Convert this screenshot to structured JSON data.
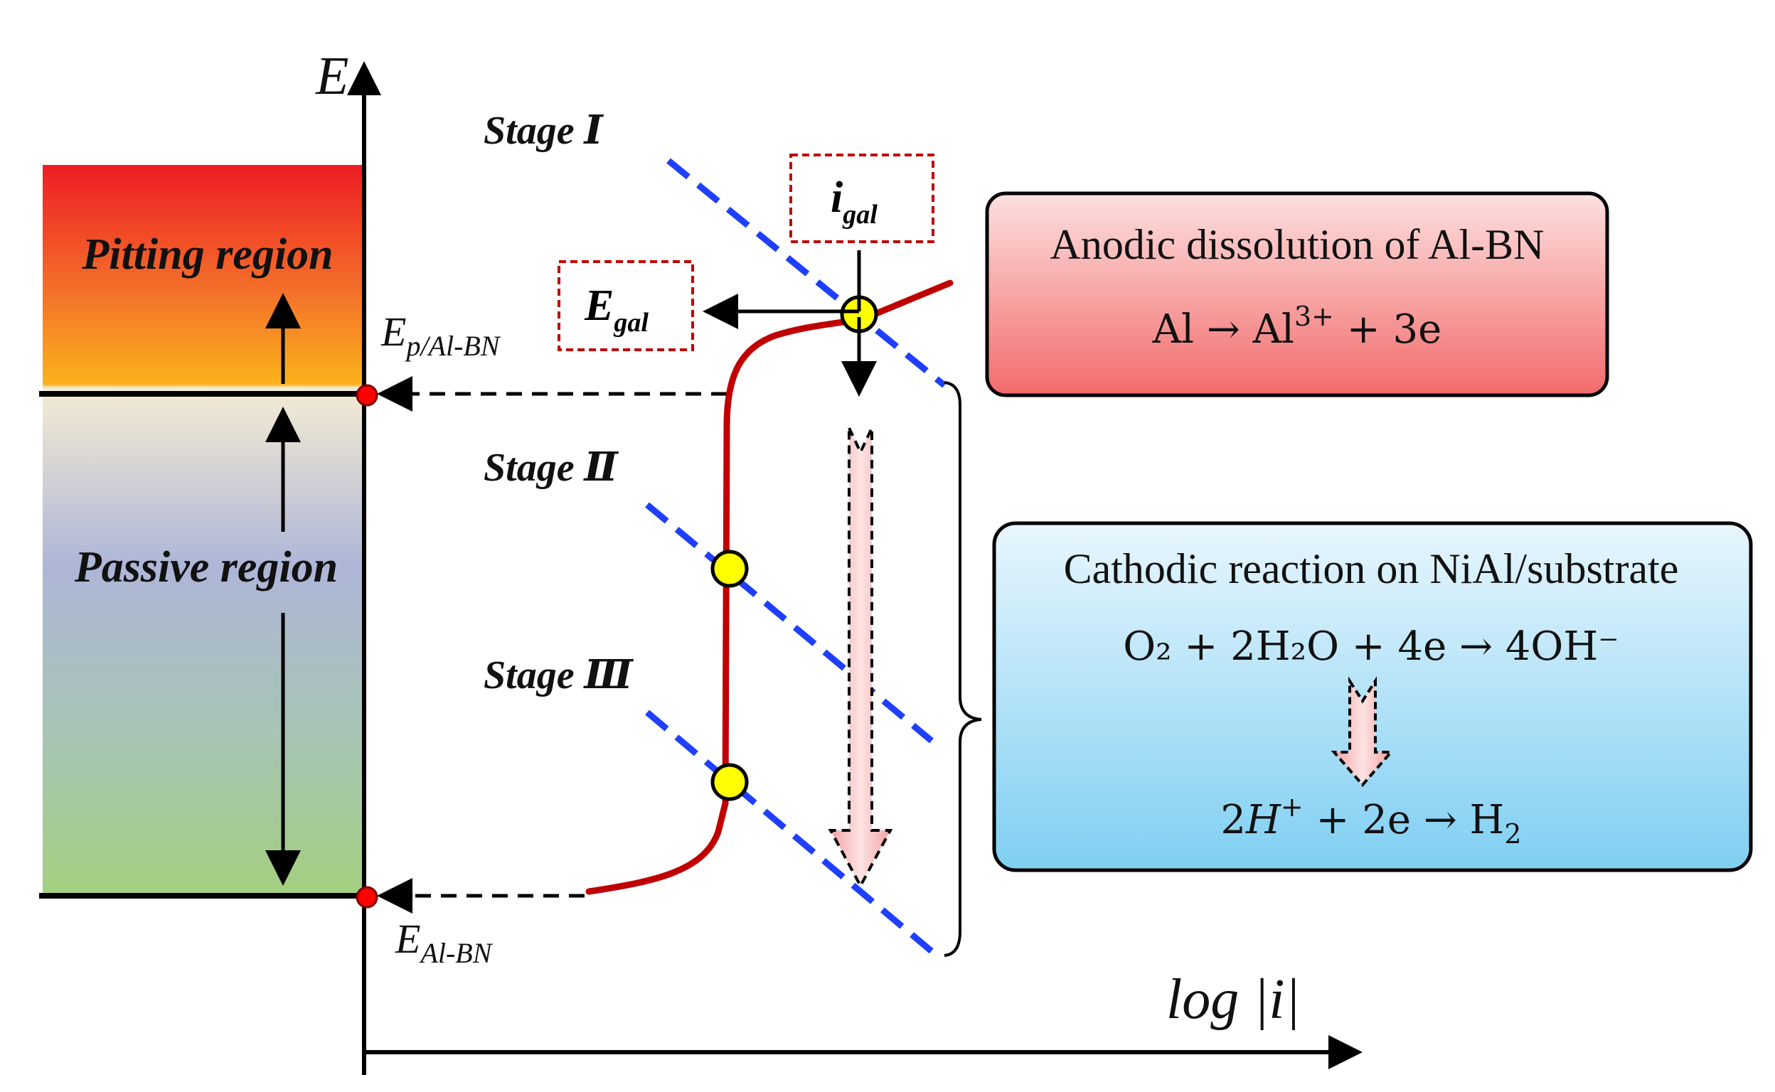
{
  "axes": {
    "y_label": "E",
    "x_label": "log |i|"
  },
  "regions": {
    "pitting": "Pitting region",
    "passive": "Passive region"
  },
  "potentials": {
    "pitting": {
      "main": "E",
      "sub": "p/Al-BN"
    },
    "corrosion": {
      "main": "E",
      "sub": "Al-BN"
    }
  },
  "galvanic": {
    "current": {
      "main": "i",
      "sub": "gal"
    },
    "potential": {
      "main": "E",
      "sub": "gal"
    }
  },
  "stages": {
    "stage1": "Stage Ⅰ",
    "stage2": "Stage Ⅱ",
    "stage3": "Stage Ⅲ"
  },
  "anodic_box": {
    "title": "Anodic dissolution of Al-BN",
    "equation": {
      "lhs": "Al → Al",
      "sup": "3+",
      "rhs": " + 3e"
    },
    "fill_top": "#fde0e0",
    "fill_bottom": "#f26b6b"
  },
  "cathodic_box": {
    "title": "Cathodic reaction on NiAl/substrate",
    "equation1": "O₂ + 2H₂O + 4e → 4OH⁻",
    "equation2": {
      "lead": "2",
      "h": "H",
      "sup": "+",
      "rest": " + 2e → H",
      "sub": "2"
    },
    "fill_top": "#e6f5fc",
    "fill_bottom": "#7fcff2"
  },
  "colors": {
    "polarization_curve": "#c00000",
    "cathodic_lines": "#1f3fff",
    "marker_fill": "#ffff00",
    "potential_marker": "#ff0000",
    "label_box_border": "#c00000",
    "big_arrow": "#f7a9a9"
  }
}
